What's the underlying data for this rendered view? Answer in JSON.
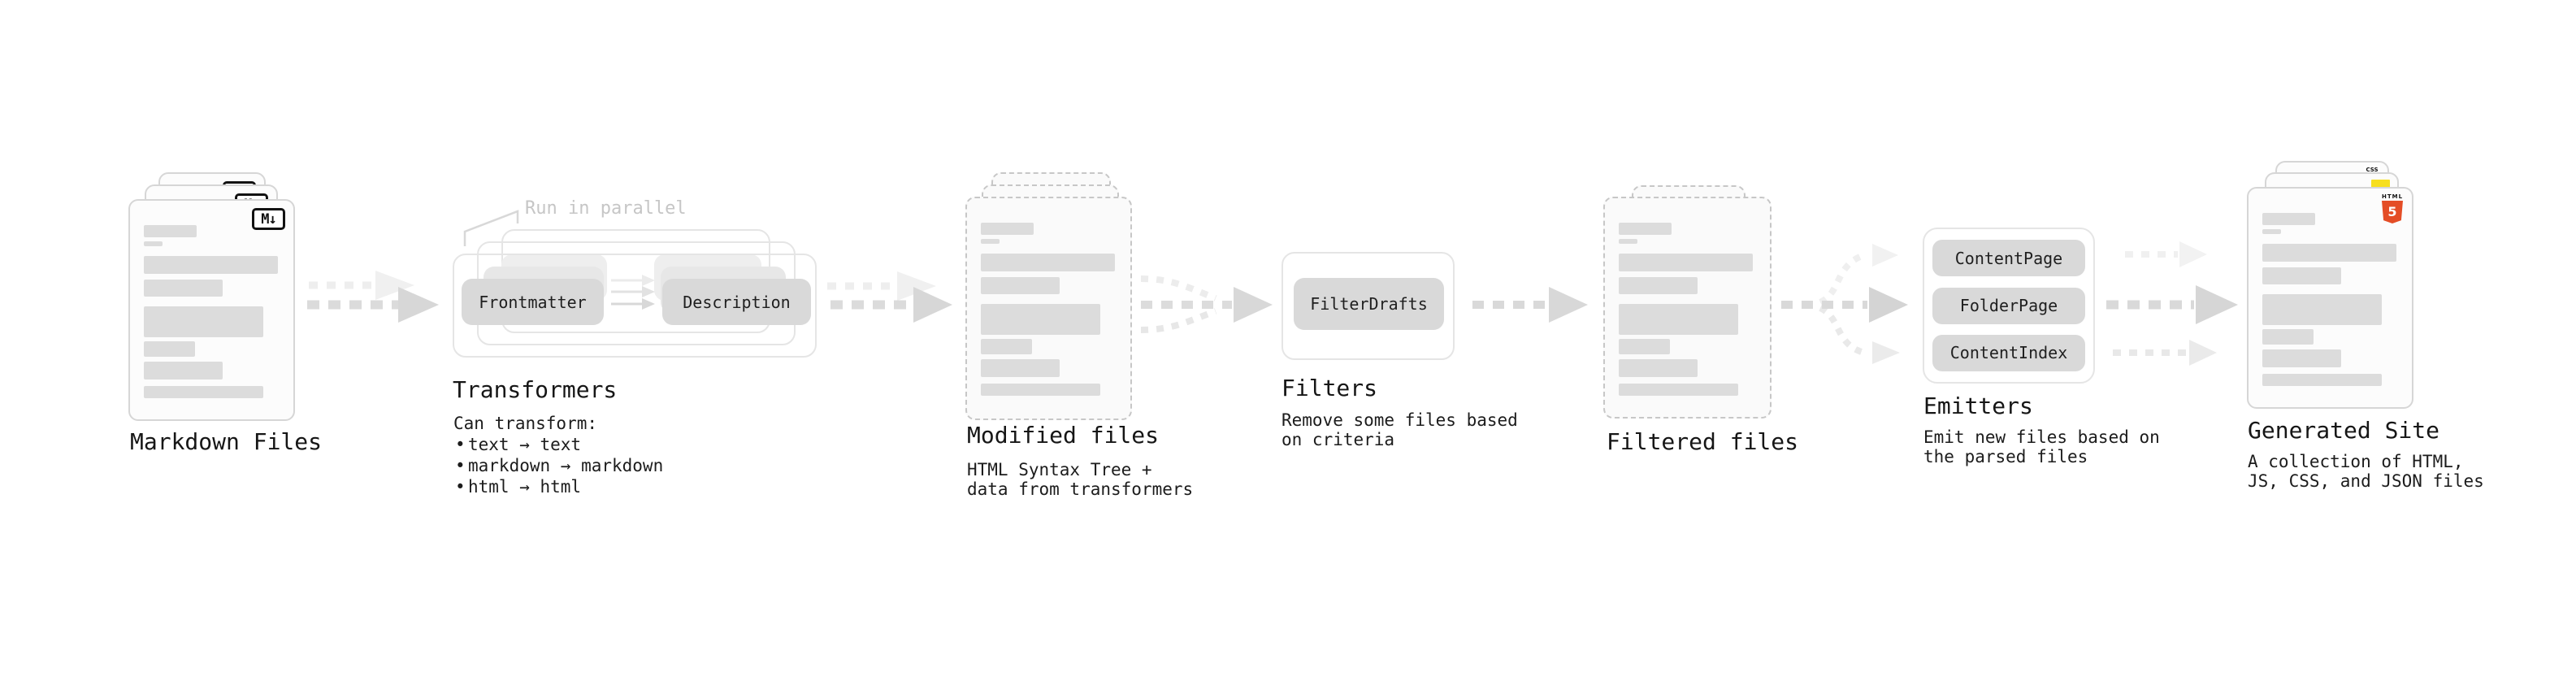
{
  "sections": {
    "markdown_files": {
      "label": "Markdown Files",
      "badge": "M↓"
    },
    "transformers": {
      "label": "Transformers",
      "note": "Run in parallel",
      "source_pill": "Frontmatter",
      "target_pill": "Description",
      "desc_heading": "Can transform:",
      "bullet_char": "•",
      "bullets": [
        "text → text",
        "markdown → markdown",
        "html → html"
      ]
    },
    "modified_files": {
      "label": "Modified files",
      "desc": [
        "HTML Syntax Tree +",
        "data from transformers"
      ]
    },
    "filters": {
      "label": "Filters",
      "pill": "FilterDrafts",
      "desc": [
        "Remove some files based",
        "on criteria"
      ]
    },
    "filtered_files": {
      "label": "Filtered files"
    },
    "emitters": {
      "label": "Emitters",
      "pills": [
        "ContentPage",
        "FolderPage",
        "ContentIndex"
      ],
      "desc": [
        "Emit new files based on",
        "the parsed files"
      ]
    },
    "generated_site": {
      "label": "Generated Site",
      "desc": [
        "A collection of HTML,",
        "JS, CSS, and JSON files"
      ],
      "html5_badge_top": "HTML",
      "html5_badge_number": "5",
      "css_badge": "CSS"
    }
  },
  "colors": {
    "text": "#1a1a1a",
    "pill_gray": "#d9d9d9",
    "note_gray": "#c6c6c6",
    "outline_gray": "#e5e5e5",
    "arrow_gray": "#d7d7d7",
    "html5_orange": "#e44d26",
    "js_yellow": "#f7df1e",
    "css_blue": "#2b62e8"
  }
}
